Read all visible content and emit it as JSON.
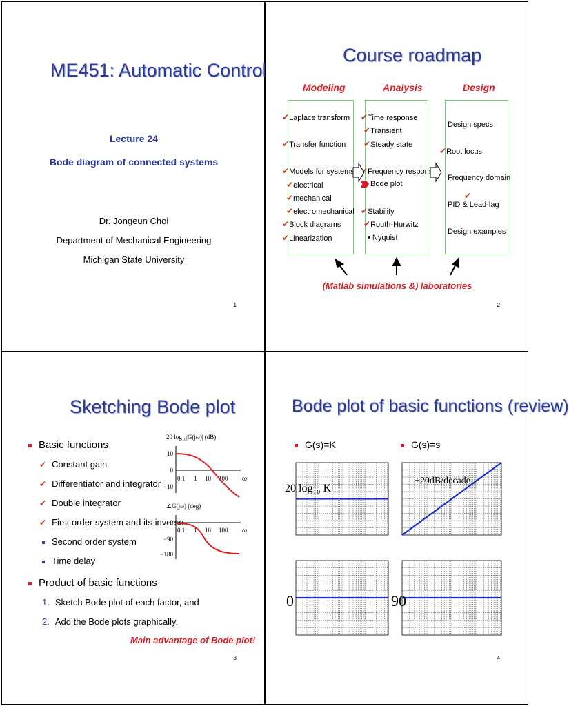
{
  "slide1": {
    "title": "ME451: Automatic Control",
    "lecture": "Lecture 24",
    "subtitle": "Bode diagram of connected systems",
    "author": "Dr. Jongeun Choi",
    "dept": "Department of Mechanical Engineering",
    "univ": "Michigan State University",
    "page": "1"
  },
  "slide2": {
    "title": "Course roadmap",
    "col_modeling": "Modeling",
    "col_analysis": "Analysis",
    "col_design": "Design",
    "modeling_items": [
      "Laplace transform",
      "Transfer function",
      "Models for systems",
      "electrical",
      "mechanical",
      "electromechanical",
      "Block diagrams",
      "Linearization"
    ],
    "analysis_items": [
      "Time response",
      "Transient",
      "Steady state",
      "Frequency response",
      "Bode plot",
      "Stability",
      "Routh-Hurwitz",
      "• Nyquist"
    ],
    "design_items": [
      "Design specs",
      "Root locus",
      "Frequency domain",
      "PID & Lead-lag",
      "Design examples"
    ],
    "footer": "(Matlab simulations &) laboratories",
    "check": "✔",
    "page": "2"
  },
  "slide3": {
    "title": "Sketching Bode plot",
    "basic": "Basic functions",
    "items": [
      "Constant gain",
      "Differentiator and integrator",
      "Double integrator",
      "First order system and its inverse",
      "Second order system",
      "Time delay"
    ],
    "product": "Product of basic functions",
    "steps": [
      "Sketch Bode plot of each factor, and",
      "Add the Bode plots graphically."
    ],
    "step_nums": [
      "1.",
      "2."
    ],
    "advantage": "Main advantage of Bode plot!",
    "mag_label": "20 log₁₀|G(jω)| (dB)",
    "phase_label": "∠G(jω) (deg)",
    "mag_ticks": [
      "10",
      "0",
      "−10"
    ],
    "phase_ticks": [
      "0",
      "−90",
      "−180"
    ],
    "x_ticks": [
      "0.1",
      "1",
      "10",
      "100"
    ],
    "omega": "ω",
    "check": "✔",
    "page": "3"
  },
  "slide4": {
    "title": "Bode plot of basic functions (review)",
    "left_head": "G(s)=K",
    "right_head": "G(s)=s",
    "gain_label": "20 log₁₀ K",
    "slope_label": "+20dB/decade",
    "phase_left": "0",
    "phase_right": "90",
    "page": "4"
  },
  "colors": {
    "title_blue": "#2b3a9a",
    "accent_red": "#d4202a",
    "box_green": "#6cd06c",
    "plot_blue": "#1a2ed0",
    "curve_red": "#e02020"
  }
}
